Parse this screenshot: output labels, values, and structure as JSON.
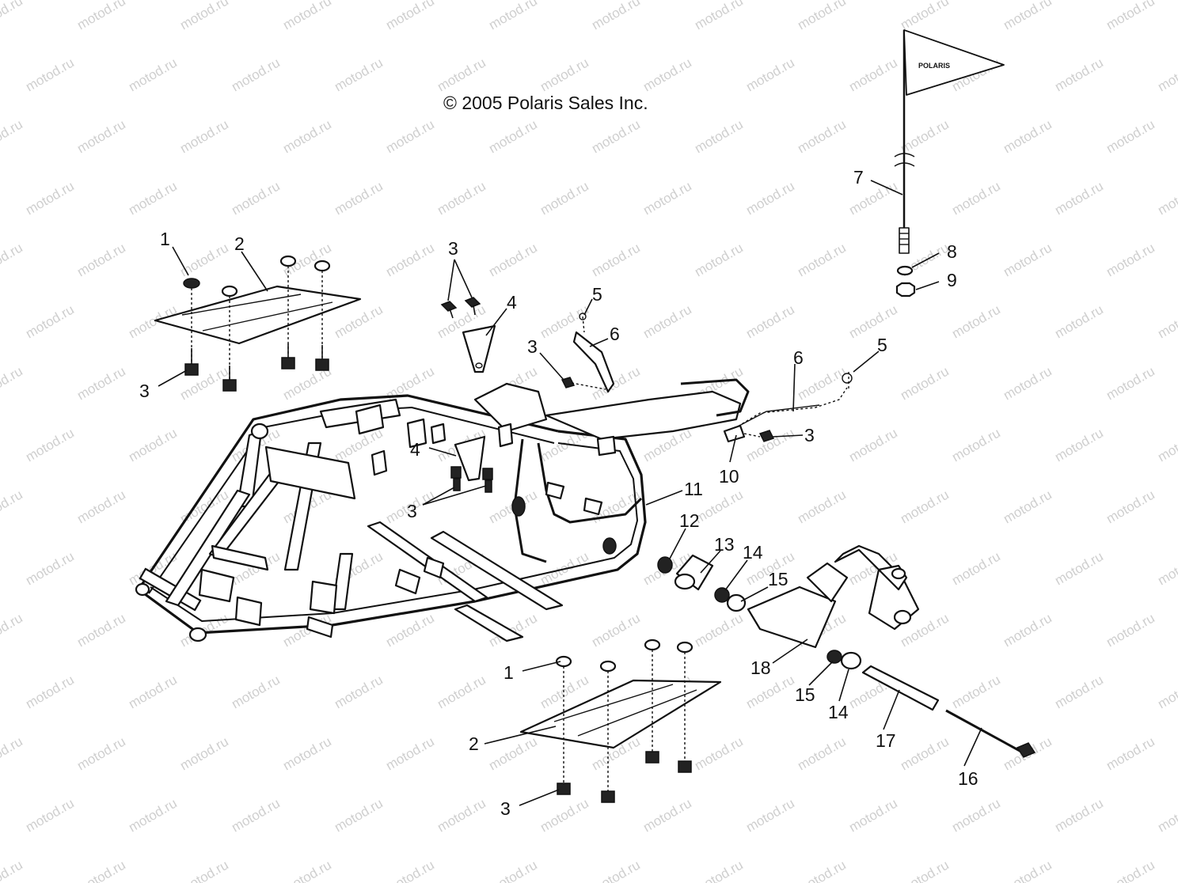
{
  "copyright": "© 2005 Polaris Sales Inc.",
  "flag_text": "POLARIS",
  "watermark": "motod.ru",
  "callouts": {
    "c1a": "1",
    "c2a": "2",
    "c3a": "3",
    "c3b": "3",
    "c4a": "4",
    "c5a": "5",
    "c6a": "6",
    "c3c": "3",
    "c7": "7",
    "c8": "8",
    "c9": "9",
    "c6b": "6",
    "c5b": "5",
    "c3d": "3",
    "c10": "10",
    "c4b": "4",
    "c3e": "3",
    "c11": "11",
    "c12": "12",
    "c13": "13",
    "c14a": "14",
    "c15a": "15",
    "c18": "18",
    "c15b": "15",
    "c14b": "14",
    "c17": "17",
    "c16": "16",
    "c1b": "1",
    "c2b": "2",
    "c3f": "3"
  }
}
